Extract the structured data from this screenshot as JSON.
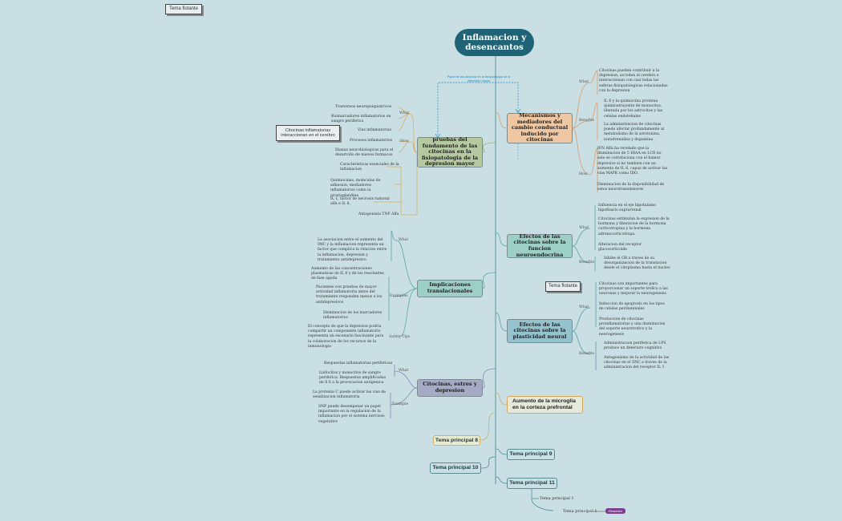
{
  "root": "Inflamacion y desencantos",
  "floating": {
    "top_left": "Tema flotante",
    "left": "Citocinas inflamatorias interaccionan en el cerebro",
    "right": "Tema flotante"
  },
  "relation_label": "Papel de las citocinas en la fisiopatologia de la depresion mayor",
  "labels": {
    "what": "What",
    "how": "How",
    "benefits": "Benefits",
    "examples": "Examples",
    "safety": "Safety Tips",
    "example": "Example"
  },
  "topics": {
    "fundamento": "pruebas del fundamento de las citocinas en la fisiopatologia de la depresion mayor",
    "implicaciones": "Implicaciones translacionales",
    "estres": "Citocinas, estres y depresion",
    "mecanismos": "Mecanismos y mediadores del cambio conductual inducido por citocinas",
    "neuroendocrina": "Efectos de las citocinas sobre la funcion neuroendocrina",
    "plasticidad": "Efectos de las citocinas sobre la plasticidad neural",
    "microglia": "Aumento de la microglia en la corteza prefrontal",
    "tp8": "Tema principal 8",
    "tp9": "Tema principal 9",
    "tp10": "Tema principal 10",
    "tp11": "Tema principal 11",
    "sub1": "Tema principal 1",
    "sub2": "Tema principal 1",
    "resumen": "Resumen"
  },
  "notes": {
    "f_what": [
      "Trastornos neuropsiquiatricos",
      "Biomarcadores inflamatorios en sangre periferica",
      "Vias inflamatorias",
      "Procesos inflamatorios",
      "Dianas neurobiologicas para el desarrollo de nuevos farmacos"
    ],
    "f_how": [
      "Caracteristicas esenciales de la inflamacion",
      "Quimiocinas, moleculas de adhesion, mediadores inflamatorios como la prostaglandina",
      "IL 1, factor de necrosis tumoral alfa e IL 6,",
      "Antagonista TNF Alfa"
    ],
    "i_what": "La asociacion entre el aumento del IMC y la inflamacion representa un factor que complica la relacion entre la inflamacion, depresion y tratamiento antidepresivo",
    "i_examples": [
      "Aumento de las concentraciones plasmaticas de IL 6 y de los reactantes de fase aguda",
      "Pacientes con pruebas de mayor actividad inflamatoria antes del tratamiento responden menos a los antidepresivos",
      "Disminucion de los marcadores inflamatorios"
    ],
    "i_safety": "El concepto de que la depresion podria compartir un componente inflamatorio representa un escenario fascinante para la colaboracion de los recursos de la inmunologia",
    "e_what": [
      "Respuestas inflamatorias perifericas",
      "Linfocitos y monocitos de sangre periferica. Respuestas amplificadas de Il 6 a la provocacion antigenica"
    ],
    "e_example": [
      "La proteina C puede activar las vias de senalizacion inflamatoria",
      "SNP puede desempenar un papel importante en la regulacion de la inflamacion por el sistema nervioso vegetativo"
    ],
    "m_what": "Citocinas pueden contribuir a la depresion, acceden al cerebro e interaccionan con casi todas las esferas fisiopatologicas relacionadas con la depresion",
    "m_benefits": [
      "IL 6 y la quimiocina proteina quimioatrayente de monocitos, liberada por los astrocitos y las celulas endoteliales",
      "La administracion de citocinas puede afectar profundamente al metabolismo de la serotonina, noradrenalina y dopamina"
    ],
    "m_how": [
      "IFN Alfa ha revelado que la disminucion de 5 HIAA en LCR no solo se correlaciona con el humor depresivo si no tambien con un aumento de IL 6, capaz de activar las vias MAPK como IDO.",
      "Disminucion de la disponibilidad de estos neurotransmisores"
    ],
    "n_what": [
      "Influencia en el eje hipotalamo hipofisario suprarrenal",
      "Citocinas estimulan la expresion de la hormona y liberacion de la hormona corticotropina y la hormona adrenocorticotropa.",
      "Alteracion del receptor glucocorticoide"
    ],
    "n_benefits": "Inhibe el GR a traves de su desorganizacion de la translacion desde el citoplasma hasta el nucleo",
    "p_what": [
      "Citocinas son importantes para proporcionar un soporte trofico a las neuronas y mejorar la neurogenesis",
      "Induccion de apoptosis en los tipos de celulas periluminales",
      "Produccion de citocinas proinflamatorias y una disminucion del soporte neurotrofico y la neurogenesis"
    ],
    "p_benefits": [
      "Administracion periferica de LPS produce un deterioro cognitivo",
      "Antagonismo de la actividad de las citocinas en el SNC a traves de la administracion del receptor IL 1"
    ]
  }
}
